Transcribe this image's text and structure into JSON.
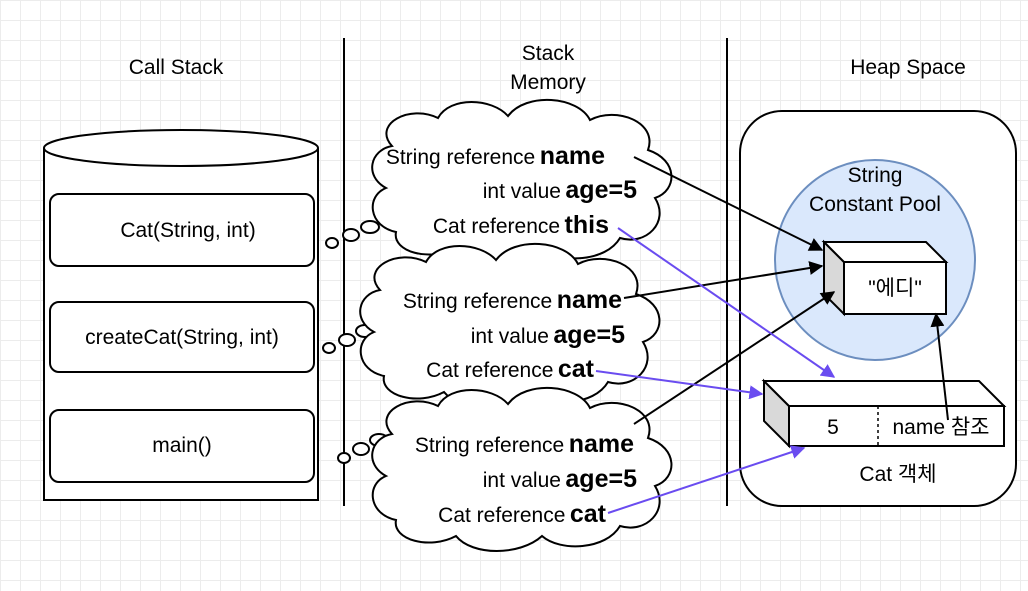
{
  "headers": {
    "call_stack": "Call Stack",
    "stack_memory_line1": "Stack",
    "stack_memory_line2": "Memory",
    "heap_space": "Heap Space"
  },
  "call_stack": {
    "frames": [
      "Cat(String, int)",
      "createCat(String, int)",
      "main()"
    ]
  },
  "stack_frames": [
    {
      "rows": [
        {
          "label": "String reference",
          "value": "name"
        },
        {
          "label": "int value",
          "value": "age=5"
        },
        {
          "label": "Cat reference",
          "value": "this"
        }
      ]
    },
    {
      "rows": [
        {
          "label": "String reference",
          "value": "name"
        },
        {
          "label": "int value",
          "value": "age=5"
        },
        {
          "label": "Cat reference",
          "value": "cat"
        }
      ]
    },
    {
      "rows": [
        {
          "label": "String reference",
          "value": "name"
        },
        {
          "label": "int value",
          "value": "age=5"
        },
        {
          "label": "Cat reference",
          "value": "cat"
        }
      ]
    }
  ],
  "heap": {
    "pool_line1": "String",
    "pool_line2": "Constant Pool",
    "string_value": "\"에디\"",
    "cat_age": "5",
    "cat_name_ref": "name 참조",
    "cat_caption": "Cat 객체"
  },
  "colors": {
    "string_ref_arrow": "#000000",
    "cat_ref_arrow": "#6a4cf0",
    "pool_fill": "#dae8fc",
    "pool_stroke": "#6c8ebf",
    "box_side": "#d9d9d9"
  }
}
